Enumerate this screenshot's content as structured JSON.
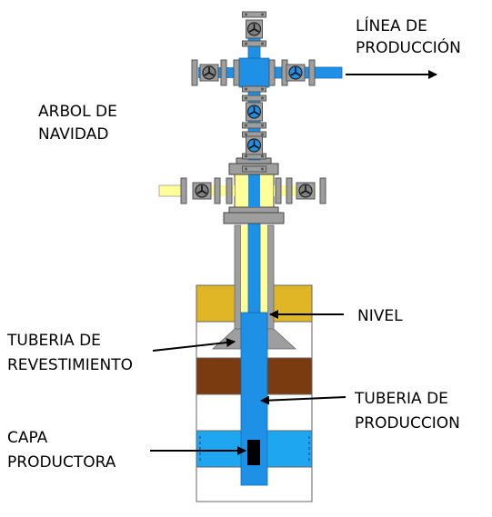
{
  "labels": {
    "production_line_1": "LÍNEA DE",
    "production_line_2": "PRODUCCIÓN",
    "christmas_tree_1": "ARBOL DE",
    "christmas_tree_2": "NAVIDAD",
    "level": "NIVEL",
    "casing_1": "TUBERIA DE",
    "casing_2": "REVESTIMIENTO",
    "production_tubing_1": "TUBERIA DE",
    "production_tubing_2": "PRODUCCION",
    "producing_layer_1": "CAPA",
    "producing_layer_2": "PRODUCTORA"
  },
  "colors": {
    "production_fluid": "#1e90e6",
    "annulus_fluid": "#ffff99",
    "flange": "#9e9e9e",
    "flange_dark": "#555555",
    "valve_wheel_blue": "#1e90e6",
    "valve_wheel_gray": "#7f7f7f",
    "top_formation": "#e0b526",
    "middle_formation": "#7a3b10",
    "producing_formation": "#1ea7f0",
    "outline": "#333333"
  }
}
